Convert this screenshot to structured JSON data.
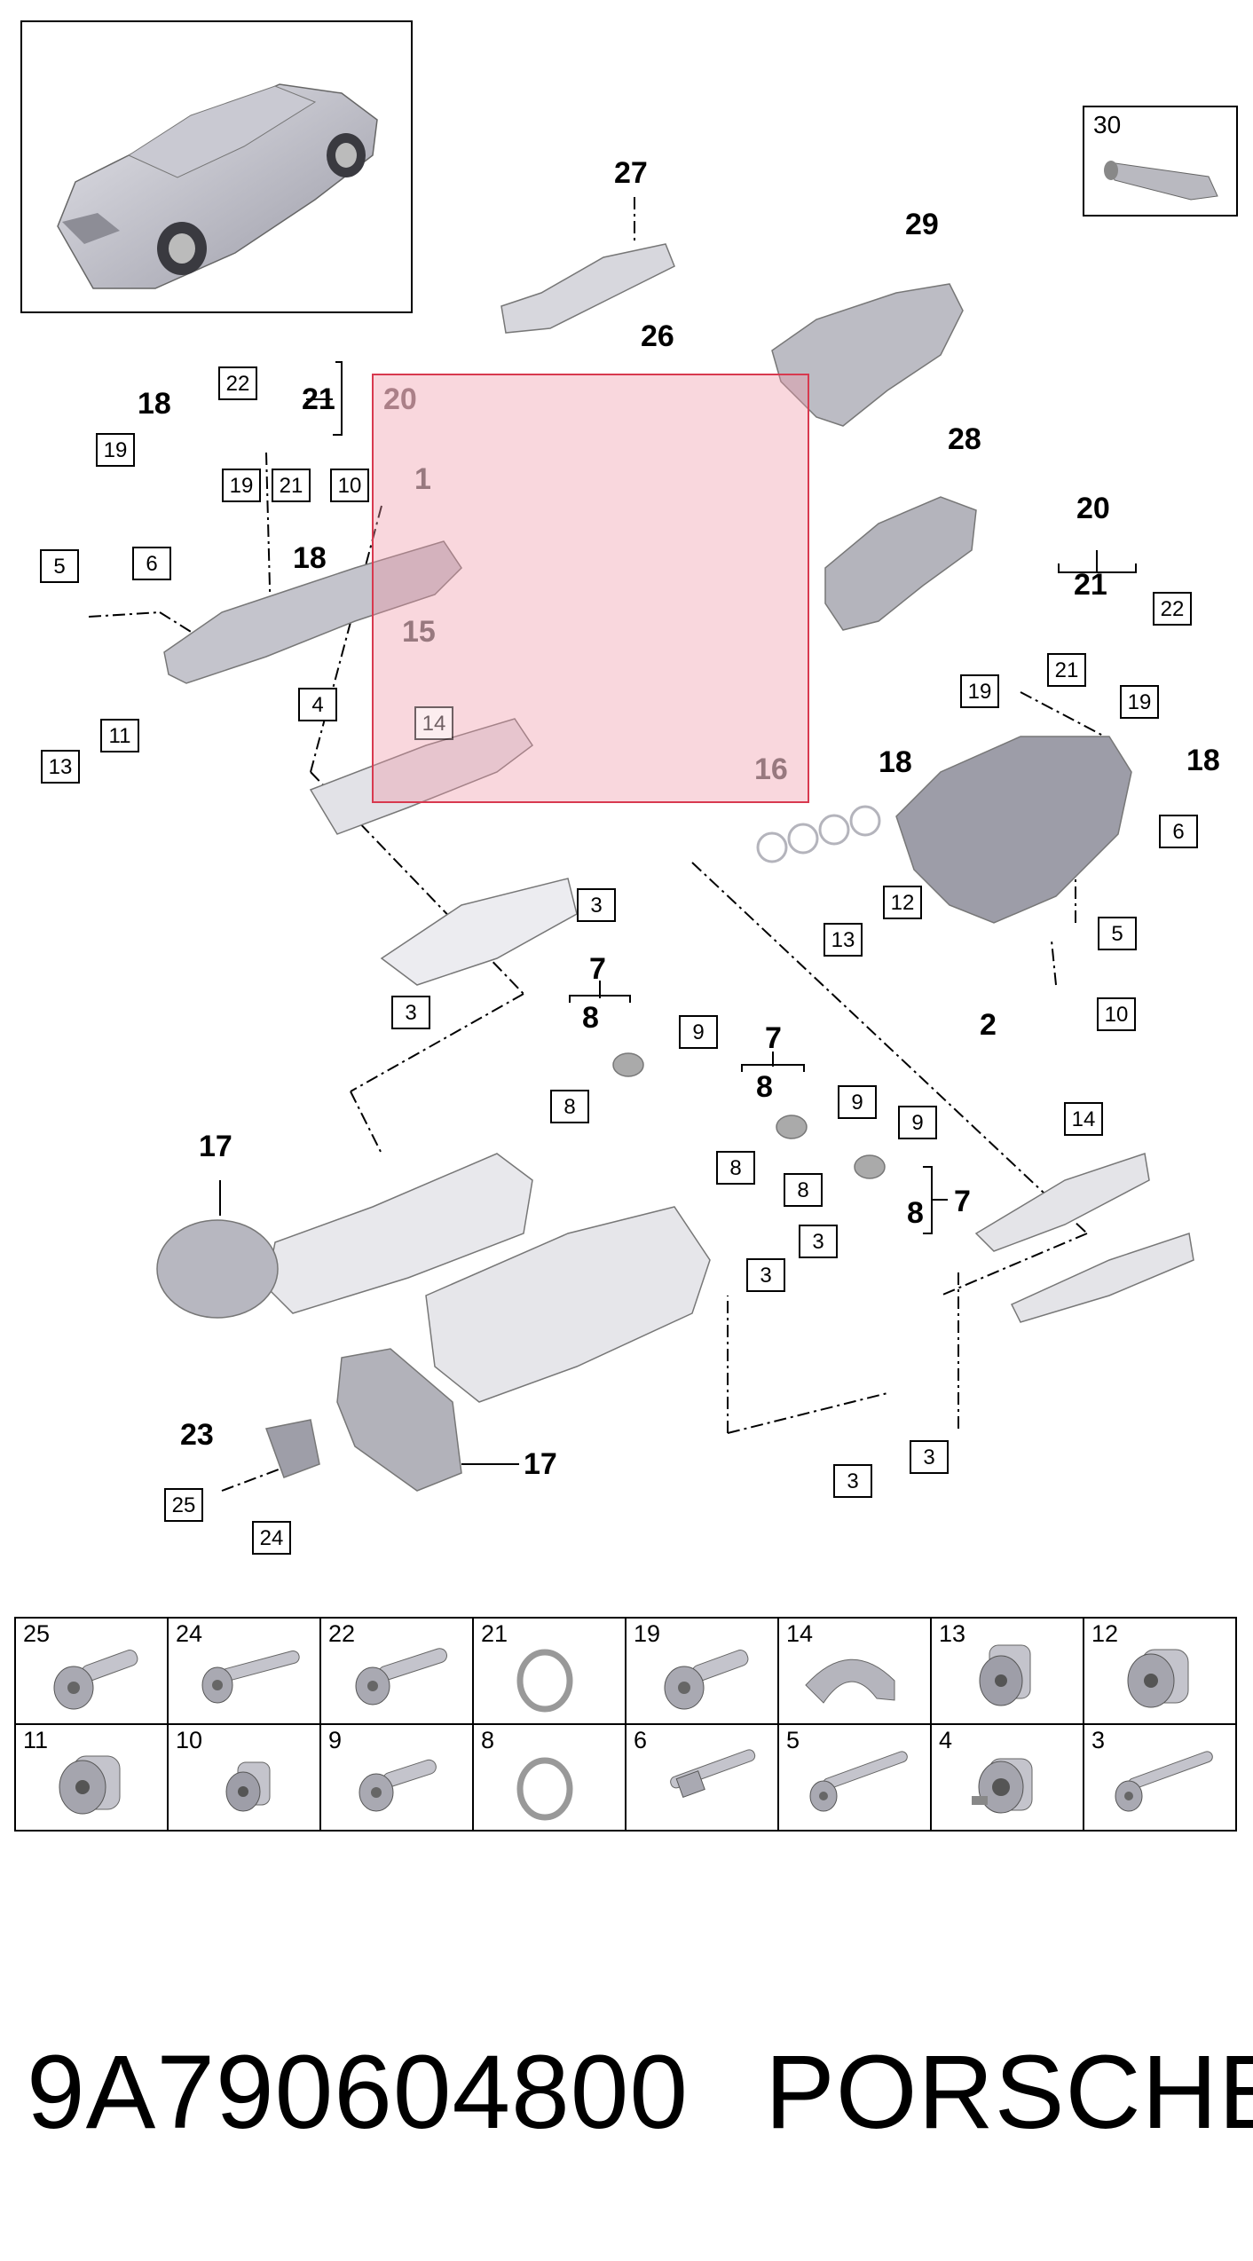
{
  "thumbnail": {
    "ref30": "30"
  },
  "callouts": {
    "n27": "27",
    "n26": "26",
    "n29": "29",
    "n28": "28",
    "n18a": "18",
    "n19a": "19",
    "n22a": "22",
    "n21a": "21",
    "n20a": "20",
    "n19b": "19",
    "n21b": "21",
    "n10a": "10",
    "n1": "1",
    "n18b": "18",
    "n5a": "5",
    "n6a": "6",
    "n15": "15",
    "n4": "4",
    "n14a": "14",
    "n11": "11",
    "n13a": "13",
    "n20b": "20",
    "n21c": "21",
    "n22b": "22",
    "n21d": "21",
    "n19c": "19",
    "n19d": "19",
    "n18c": "18",
    "n18d": "18",
    "n6b": "6",
    "n16": "16",
    "n12": "12",
    "n13b": "13",
    "n5b": "5",
    "n2": "2",
    "n10b": "10",
    "n3a": "3",
    "n3b": "3",
    "n7a": "7",
    "n8a": "8",
    "n9a": "9",
    "n7b": "7",
    "n8b": "8",
    "n9b": "9",
    "n8c": "8",
    "n9c": "9",
    "n8d": "8",
    "n7c": "7",
    "n8e": "8",
    "n8f": "8",
    "n14b": "14",
    "n17a": "17",
    "n3c": "3",
    "n3d": "3",
    "n3e": "3",
    "n3f": "3",
    "n23": "23",
    "n17b": "17",
    "n25": "25",
    "n24": "24"
  },
  "parts_table": {
    "row1": [
      {
        "num": "25",
        "icon": "socket-head-bolt-short"
      },
      {
        "num": "24",
        "icon": "socket-head-bolt-long"
      },
      {
        "num": "22",
        "icon": "socket-head-bolt"
      },
      {
        "num": "21",
        "icon": "sealing-ring"
      },
      {
        "num": "19",
        "icon": "socket-head-bolt-short"
      },
      {
        "num": "14",
        "icon": "half-ring-bearing"
      },
      {
        "num": "13",
        "icon": "hex-plug"
      },
      {
        "num": "12",
        "icon": "round-plug"
      }
    ],
    "row2": [
      {
        "num": "11",
        "icon": "round-plug"
      },
      {
        "num": "10",
        "icon": "hex-plug-small"
      },
      {
        "num": "9",
        "icon": "socket-head-bolt"
      },
      {
        "num": "8",
        "icon": "sealing-ring"
      },
      {
        "num": "6",
        "icon": "stud-bolt"
      },
      {
        "num": "5",
        "icon": "long-bolt"
      },
      {
        "num": "4",
        "icon": "flanged-nut"
      },
      {
        "num": "3",
        "icon": "long-bolt"
      }
    ]
  },
  "footer": {
    "part_number": "9A790604800",
    "brand": "PORSCHE"
  }
}
